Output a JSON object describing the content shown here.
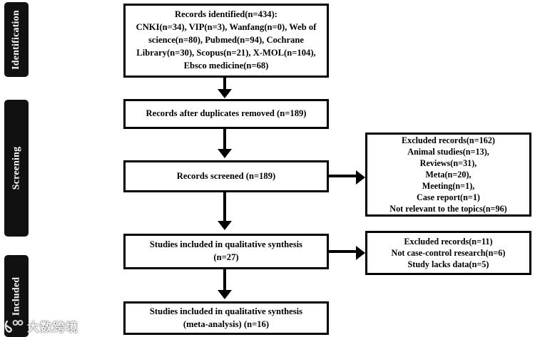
{
  "diagram": {
    "title": "PRISMA study selection flow diagram",
    "stages": [
      {
        "id": "identification",
        "label": "Identification"
      },
      {
        "id": "screening",
        "label": "Screening"
      },
      {
        "id": "included",
        "label": "Included"
      }
    ],
    "boxes": {
      "identified": "Records identified(n=434):\nCNKI(n=34), VIP(n=3), Wanfang(n=0), Web of\nscience(n=80), Pubmed(n=94), Cochrane\nLibrary(n=30), Scopus(n=21), X-MOL(n=104),\nEbsco medicine(n=68)",
      "duplicates_removed": "Records after duplicates removed (n=189)",
      "screened": "Records screened (n=189)",
      "qualitative_synthesis": "Studies included in qualitative synthesis\n(n=27)",
      "meta_analysis": "Studies included in qualitative synthesis\n(meta-analysis) (n=16)",
      "excluded_screening": "Excluded records(n=162)\nAnimal studies(n=13),\nReviews(n=31),\nMeta(n=20),\nMeeting(n=1),\nCase report(n=1)\nNot relevant to the topics(n=96)",
      "excluded_eligibility": "Excluded records(n=11)\nNot case-control research(n=6)\nStudy lacks data(n=5)"
    },
    "counts": {
      "records_identified_total": 434,
      "sources": [
        {
          "name": "CNKI",
          "n": 34
        },
        {
          "name": "VIP",
          "n": 3
        },
        {
          "name": "Wanfang",
          "n": 0
        },
        {
          "name": "Web of science",
          "n": 80
        },
        {
          "name": "Pubmed",
          "n": 94
        },
        {
          "name": "Cochrane Library",
          "n": 30
        },
        {
          "name": "Scopus",
          "n": 21
        },
        {
          "name": "X-MOL",
          "n": 104
        },
        {
          "name": "Ebsco medicine",
          "n": 68
        }
      ],
      "after_duplicates_removed": 189,
      "records_screened": 189,
      "excluded_screening_total": 162,
      "excluded_screening_reasons": [
        {
          "reason": "Animal studies",
          "n": 13
        },
        {
          "reason": "Reviews",
          "n": 31
        },
        {
          "reason": "Meta",
          "n": 20
        },
        {
          "reason": "Meeting",
          "n": 1
        },
        {
          "reason": "Case report",
          "n": 1
        },
        {
          "reason": "Not relevant to the topics",
          "n": 96
        }
      ],
      "qualitative_synthesis": 27,
      "excluded_eligibility_total": 11,
      "excluded_eligibility_reasons": [
        {
          "reason": "Not case-control research",
          "n": 6
        },
        {
          "reason": "Study lacks data",
          "n": 5
        }
      ],
      "meta_analysis": 16
    },
    "colors": {
      "box_border": "#000000",
      "box_fill": "#ffffff",
      "stage_fill": "#111111",
      "stage_text": "#ffffff",
      "connector": "#000000"
    }
  },
  "watermark": {
    "text": "大数跨境",
    "logo_name": "k-100-logo"
  }
}
